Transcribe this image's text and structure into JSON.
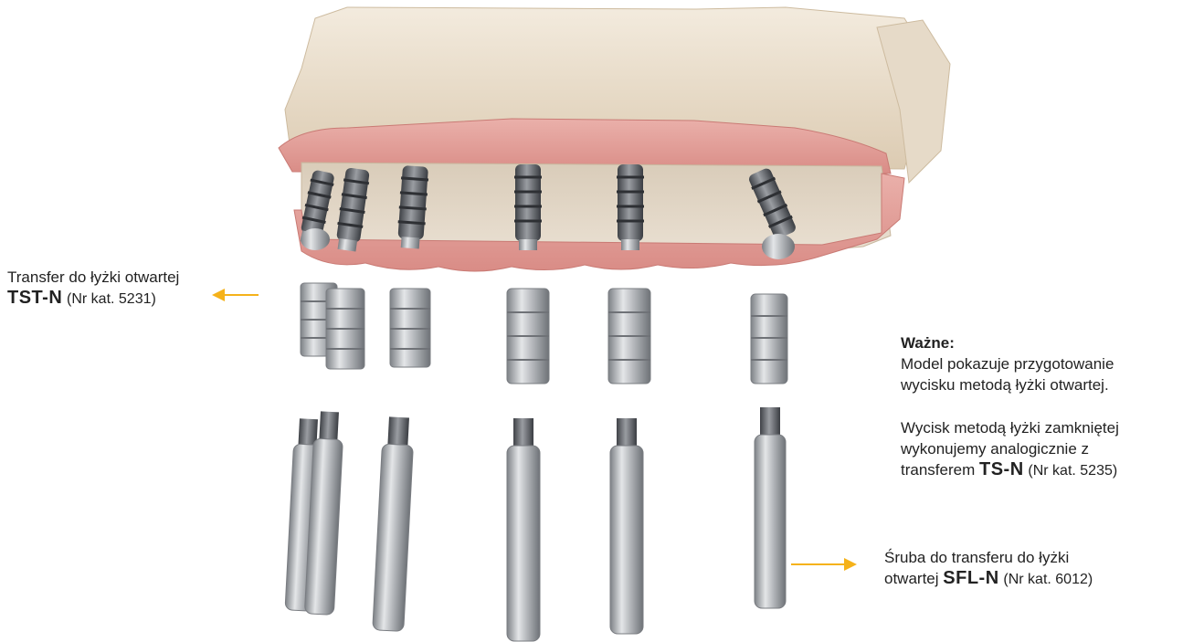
{
  "transfer_label": {
    "line1": "Transfer do łyżki otwartej",
    "code": "TST-N",
    "catalog": "(Nr kat. 5231)"
  },
  "important": {
    "title": "Ważne:",
    "line1": "Model pokazuje przygotowanie",
    "line2": "wycisku metodą łyżki otwartej.",
    "line3": "Wycisk metodą łyżki zamkniętej",
    "line4": "wykonujemy analogicznie z",
    "line5_prefix": "transferem",
    "line5_code": "TS-N",
    "line5_catalog": "(Nr kat. 5235)"
  },
  "screw_label": {
    "line1": "Śruba do transferu do łyżki",
    "line2_prefix": "otwartej",
    "code": "SFL-N",
    "catalog": "(Nr kat. 6012)"
  },
  "colors": {
    "arrow": "#f5b21a",
    "gum": "#e6a19c",
    "bone": "#e3d6c6",
    "tray": "#eee3d3",
    "metal": "#a9acb0"
  }
}
